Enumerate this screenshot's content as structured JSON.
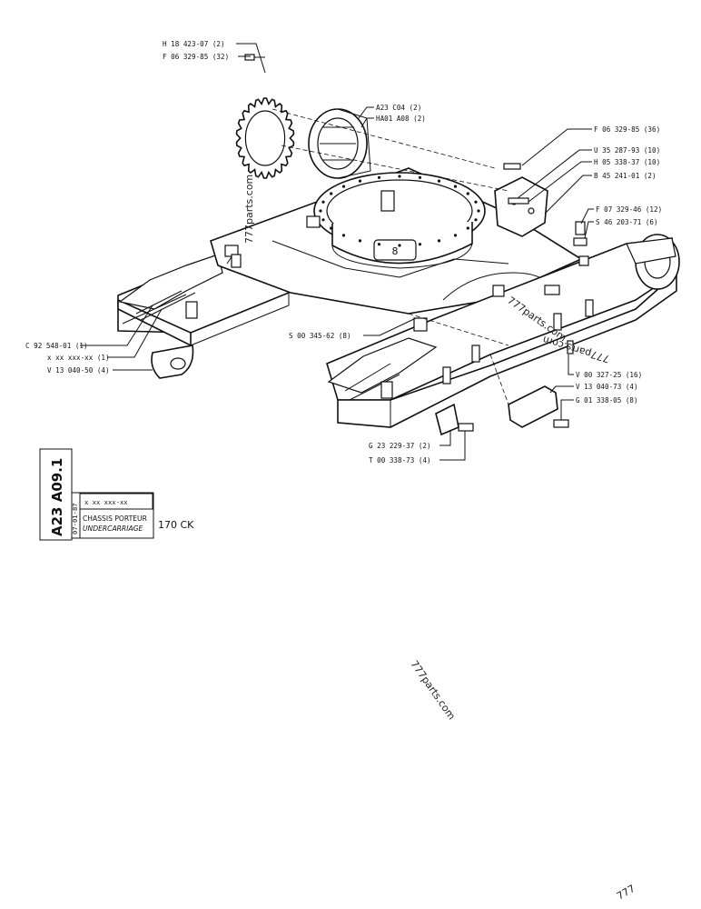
{
  "labels": {
    "sprocket_a": "H 18 423-07 (2)",
    "sprocket_b": "F 06 329-85 (32)",
    "motor_a": "A23 C04 (2)",
    "motor_b": "HA01 A08 (2)",
    "guard_a": "F 06 329-85 (36)",
    "guard_b": "U 35 287-93 (10)",
    "guard_c": "H 05 338-37 (10)",
    "guard_d": "B 45 241-01 (2)",
    "eye_a": "F 07 329-46 (12)",
    "eye_b": "S 46 203-71 (6)",
    "center": "S 00 345-62 (8)",
    "left_a": "C 92 548-01 (1)",
    "left_b": "x xx xxx-xx (1)",
    "left_c": "V 13 040-50 (4)",
    "right_a": "V 00 327-25 (16)",
    "right_b": "V 13 040-73 (4)",
    "right_c": "G 01 338-05 (8)",
    "bottom_a": "G 23 229-37 (2)",
    "bottom_b": "T 00 338-73 (4)",
    "ring_number": "8"
  },
  "title_block": {
    "code": "A23 A09.1",
    "date": "07-01-87",
    "ref": "x xx xxx-xx",
    "title_fr": "CHASSIS PORTEUR",
    "title_en": "UNDERCARRIAGE",
    "model": "170 CK"
  },
  "watermarks": {
    "w1": "777parts.com",
    "w2": "777parts.com",
    "w3": "777parts.com",
    "w4": "777parts.com",
    "w5": "777"
  }
}
